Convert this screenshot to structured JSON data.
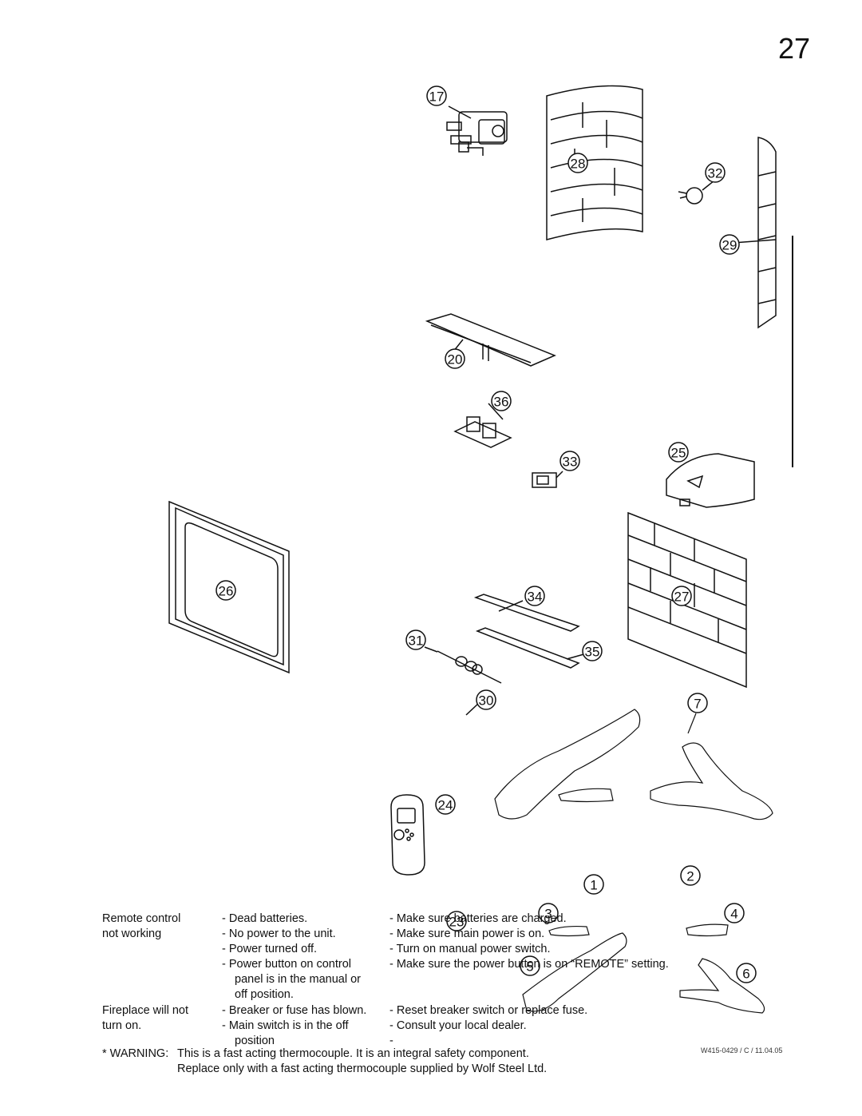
{
  "page_number": "27",
  "callouts": [
    "17",
    "28",
    "32",
    "29",
    "20",
    "36",
    "33",
    "25",
    "26",
    "34",
    "27",
    "31",
    "35",
    "30",
    "7",
    "24",
    "1",
    "2",
    "3",
    "23",
    "4",
    "5",
    "6"
  ],
  "troubleshooting": [
    {
      "symptom": [
        "Remote control",
        "not working"
      ],
      "causes": [
        "- Dead batteries.",
        "- No power to the unit.",
        "- Power turned off.",
        "- Power button on control",
        "panel is in the manual or",
        "off position."
      ],
      "fixes": [
        "- Make sure batteries are charged.",
        "- Make sure main power is on.",
        "- Turn on manual power switch.",
        "- Make sure the power button is on “REMOTE” setting."
      ]
    },
    {
      "symptom": [
        "Fireplace will not",
        "turn on."
      ],
      "causes": [
        "- Breaker or fuse has blown.",
        "- Main switch is in the off",
        "position"
      ],
      "fixes": [
        "- Reset breaker switch or replace fuse.",
        "- Consult your local dealer.",
        "-"
      ]
    }
  ],
  "warning": {
    "label": "* WARNING:",
    "line1": "This is a fast acting thermocouple. It is an integral safety component.",
    "line2": "Replace only with a fast acting thermocouple supplied by Wolf Steel Ltd."
  },
  "doc_ref": "W415-0429 / C / 11.04.05"
}
